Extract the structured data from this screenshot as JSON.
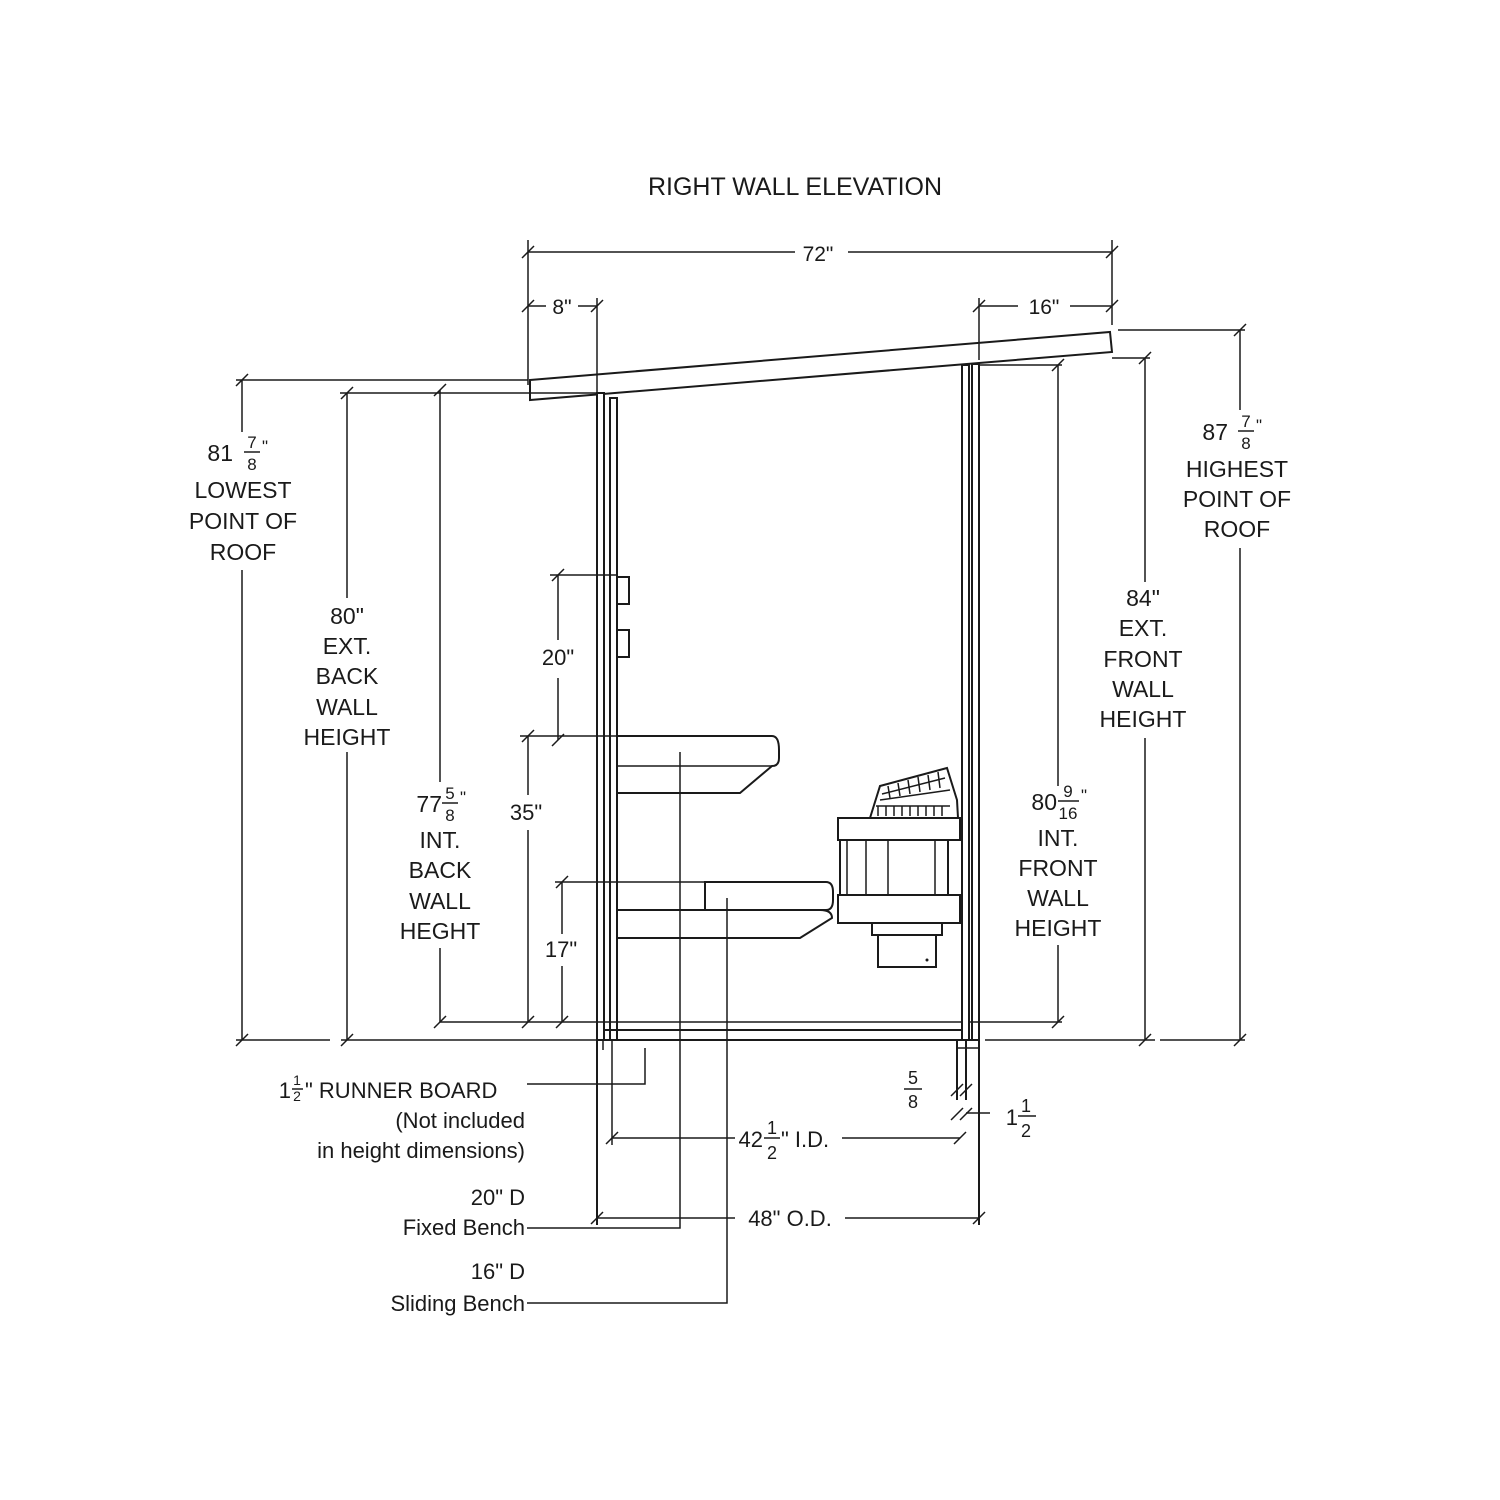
{
  "title": "RIGHT WALL ELEVATION",
  "dimensions": {
    "overall_width": "72\"",
    "back_overhang": "8\"",
    "front_overhang": "16\"",
    "lowest_roof": {
      "whole": "81",
      "num": "7",
      "den": "8",
      "unit": "\"",
      "l1": "LOWEST",
      "l2": "POINT OF",
      "l3": "ROOF"
    },
    "highest_roof": {
      "whole": "87",
      "num": "7",
      "den": "8",
      "unit": "\"",
      "l1": "HIGHEST",
      "l2": "POINT OF",
      "l3": "ROOF"
    },
    "ext_back": {
      "value": "80\"",
      "l1": "EXT.",
      "l2": "BACK",
      "l3": "WALL",
      "l4": "HEIGHT"
    },
    "int_back": {
      "whole": "77",
      "num": "5",
      "den": "8",
      "unit": "\"",
      "l1": "INT.",
      "l2": "BACK",
      "l3": "WALL",
      "l4": "HEGHT"
    },
    "ext_front": {
      "value": "84\"",
      "l1": "EXT.",
      "l2": "FRONT",
      "l3": "WALL",
      "l4": "HEIGHT"
    },
    "int_front": {
      "whole": "80",
      "num": "9",
      "den": "16",
      "unit": "\"",
      "l1": "INT.",
      "l2": "FRONT",
      "l3": "WALL",
      "l4": "HEIGHT"
    },
    "upper_bench_gap": "20\"",
    "upper_bench_height": "35\"",
    "lower_bench_height": "17\"",
    "wall_thickness": {
      "num": "5",
      "den": "8"
    },
    "runner_thickness": {
      "whole": "1",
      "num": "1",
      "den": "2"
    },
    "inner_depth": {
      "whole": "42",
      "num": "1",
      "den": "2",
      "suffix": "\" I.D."
    },
    "outer_depth": "48\" O.D."
  },
  "callouts": {
    "runner_board": {
      "whole": "1",
      "num": "1",
      "den": "2",
      "text": "\" RUNNER BOARD",
      "l2": "(Not included",
      "l3": "in height dimensions)"
    },
    "fixed_bench": {
      "l1": "20\" D",
      "l2": "Fixed Bench"
    },
    "sliding_bench": {
      "l1": "16\" D",
      "l2": "Sliding Bench"
    }
  }
}
